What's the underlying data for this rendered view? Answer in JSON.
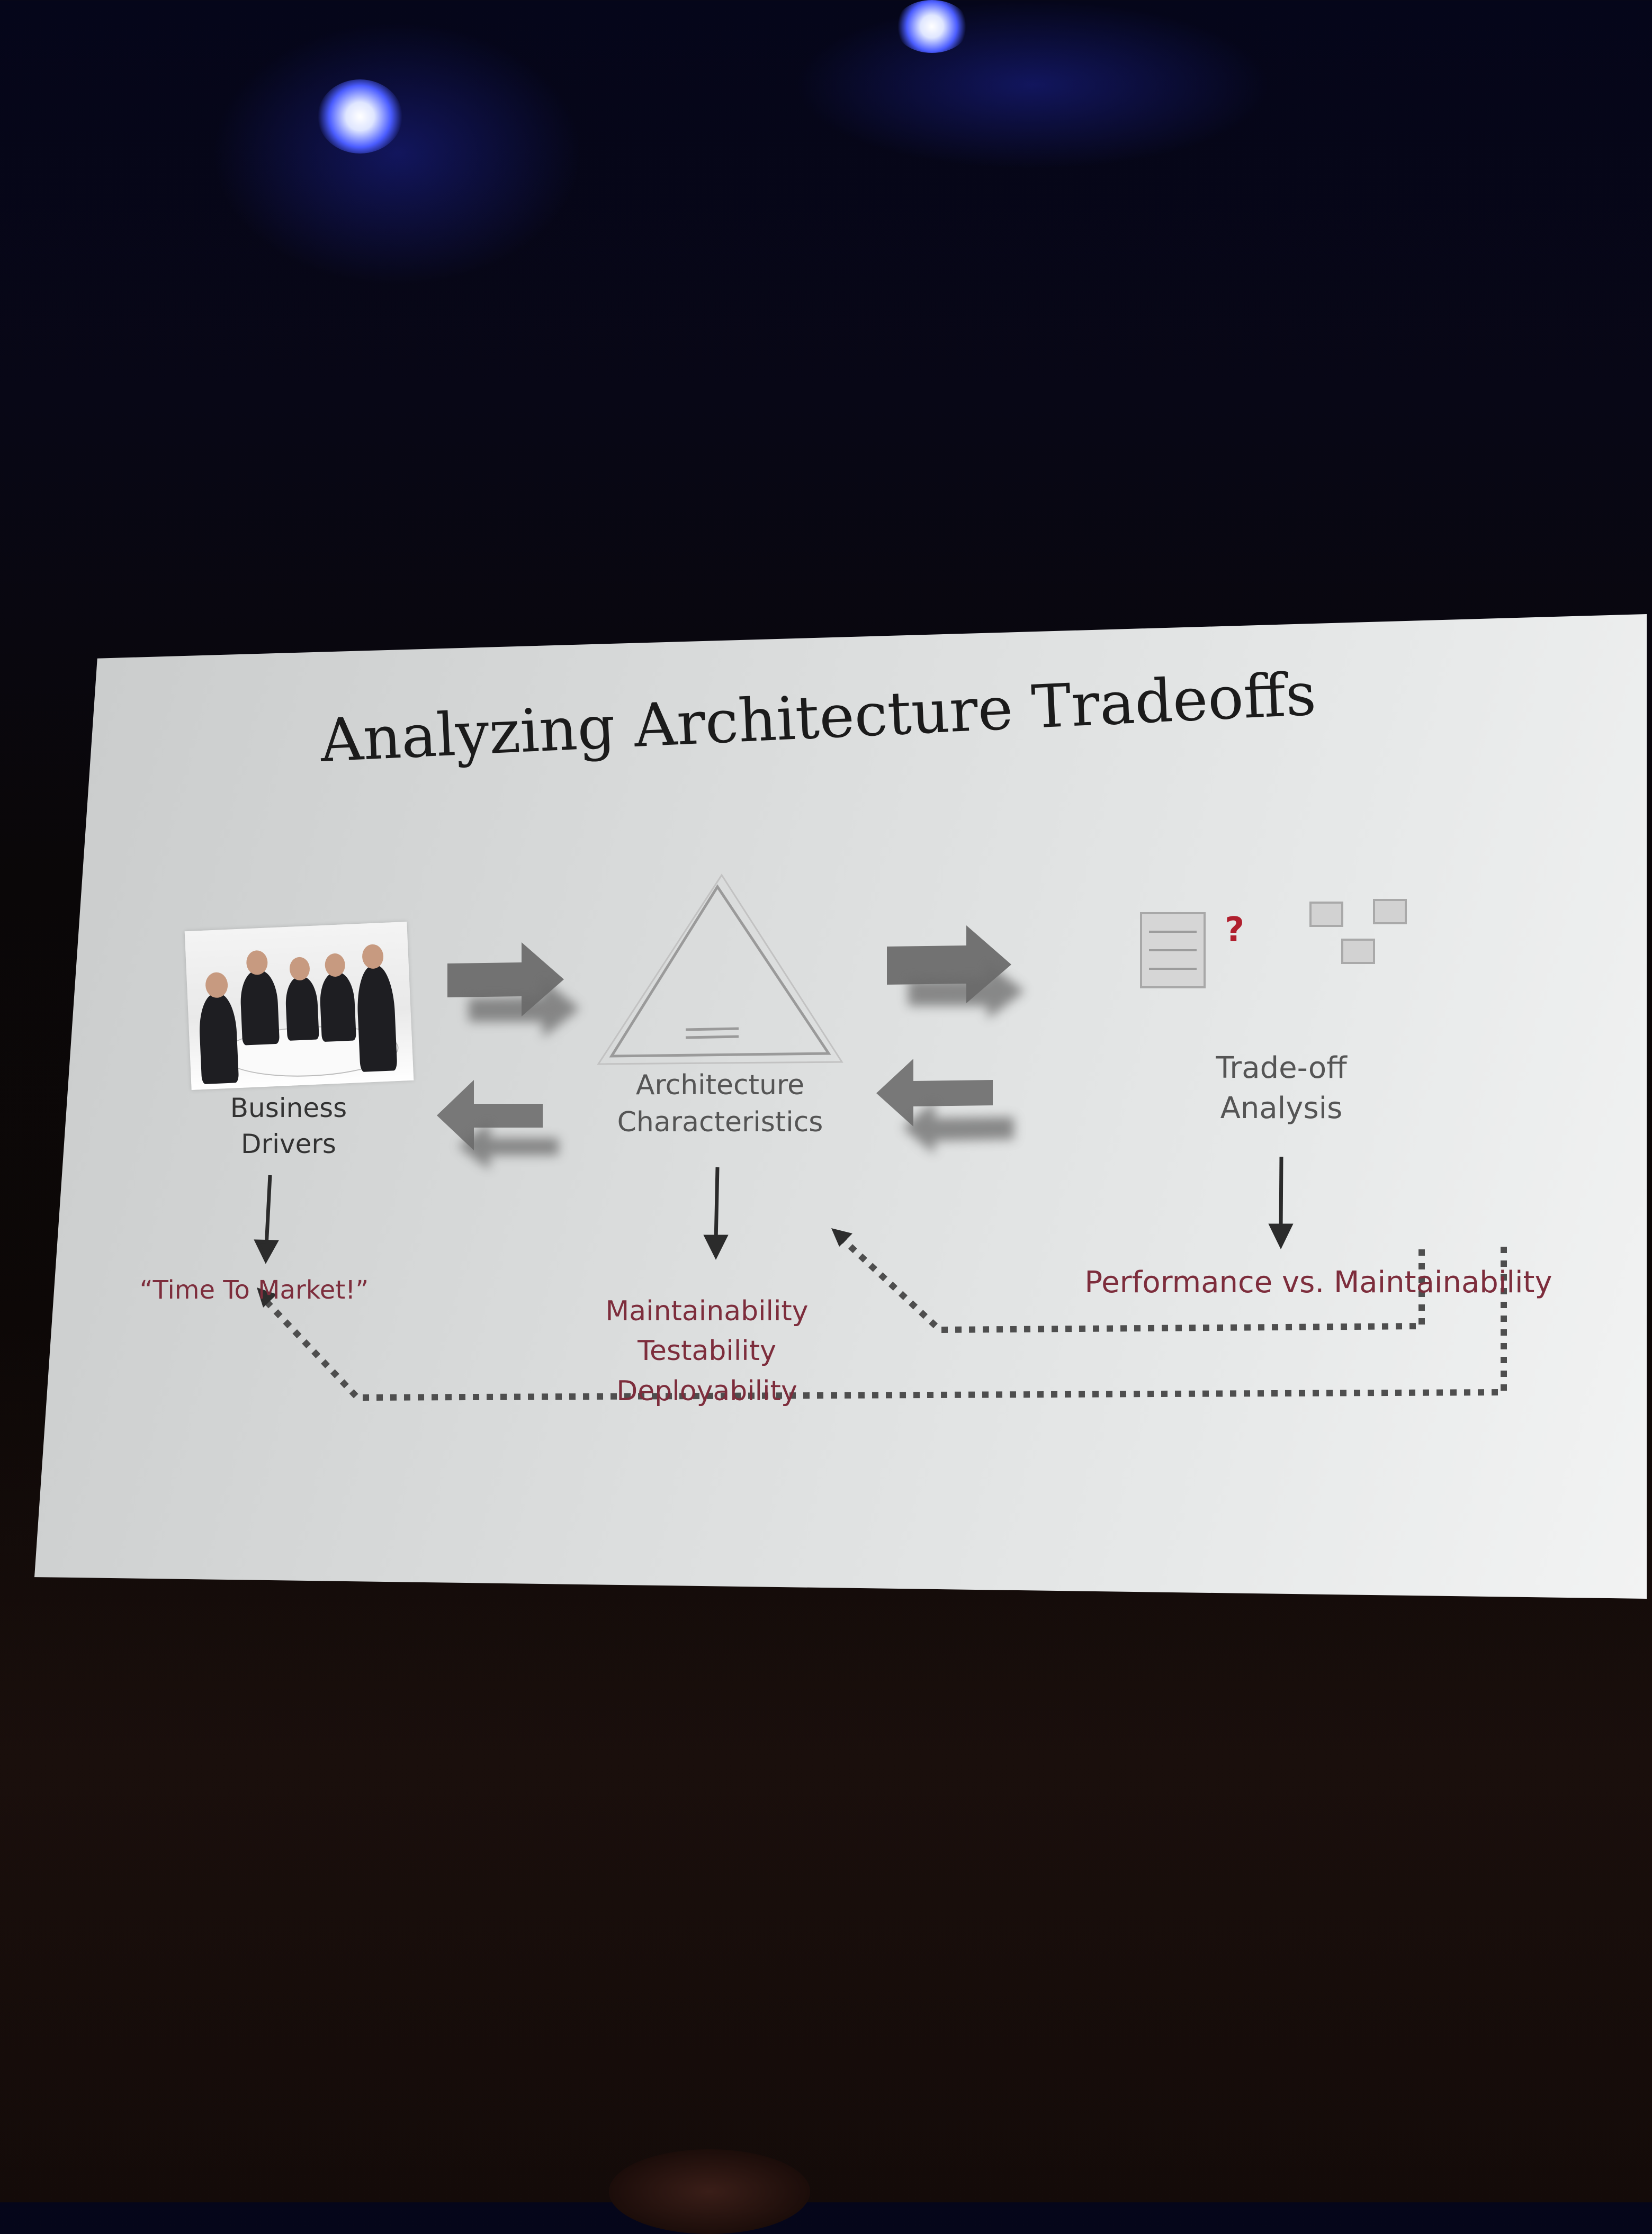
{
  "slide": {
    "title": "Analyzing Architecture Tradeoffs",
    "stages": [
      {
        "label_line1": "Business",
        "label_line2": "Drivers",
        "outcome": "“Time To Market!”"
      },
      {
        "label_line1": "Architecture",
        "label_line2": "Characteristics",
        "outcome_lines": [
          "Maintainability",
          "Testability",
          "Deployability"
        ]
      },
      {
        "label_line1": "Trade-off",
        "label_line2": "Analysis",
        "outcome": "Performance vs. Maintainability"
      }
    ],
    "question_mark": "?"
  },
  "colors": {
    "outcome_text": "#7d2d3c",
    "question_mark": "#b01f2e",
    "arrow_gray": "#7a7a7a",
    "dotted_line": "#555555"
  }
}
